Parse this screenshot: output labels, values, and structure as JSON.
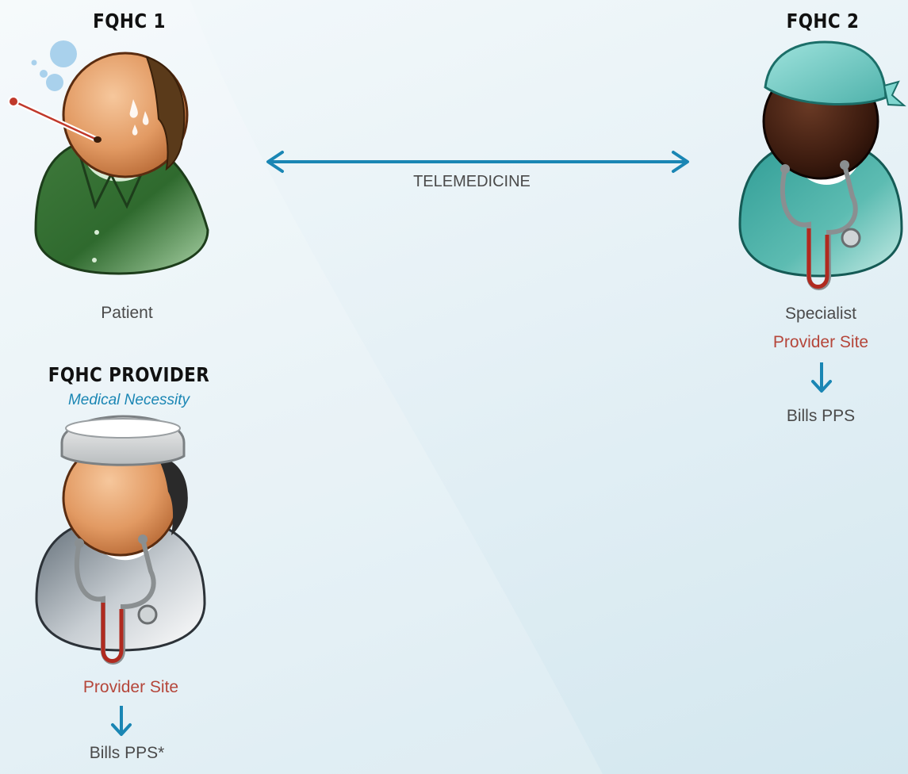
{
  "colors": {
    "accent_blue": "#1a86b4",
    "provider_red": "#b5463a",
    "text_gray": "#4a4a4a"
  },
  "fqhc1": {
    "title": "FQHC 1",
    "role_label": "Patient"
  },
  "fqhc2": {
    "title": "FQHC 2",
    "role_label": "Specialist",
    "site_label": "Provider Site",
    "bills_label": "Bills PPS"
  },
  "telemedicine": {
    "label": "TELEMEDICINE"
  },
  "fqhc_provider": {
    "title": "FQHC PROVIDER",
    "subtitle": "Medical Necessity",
    "site_label": "Provider Site",
    "bills_label": "Bills PPS*"
  },
  "icons": [
    "patient-sick-icon",
    "specialist-doctor-icon",
    "provider-doctor-icon",
    "bidirectional-arrow-icon",
    "down-arrow-icon"
  ]
}
